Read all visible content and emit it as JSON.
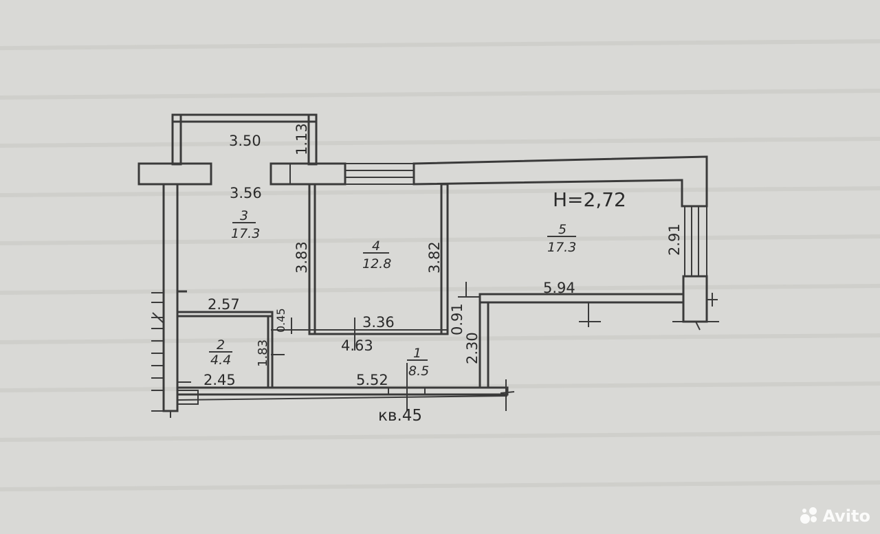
{
  "plan": {
    "ceiling_height": "H=2,72",
    "apartment": "кв.45",
    "rooms": [
      {
        "no": "1",
        "area": "8.5"
      },
      {
        "no": "2",
        "area": "4.4"
      },
      {
        "no": "3",
        "area": "17.3"
      },
      {
        "no": "4",
        "area": "12.8"
      },
      {
        "no": "5",
        "area": "17.3"
      }
    ],
    "dimensions": {
      "balcony_width": "3.50",
      "balcony_depth": "1.13",
      "room3_width": "3.56",
      "room3_height": "3.83",
      "room4_height": "3.82",
      "room4_width": "3.36",
      "corridor_4_63": "4.63",
      "room5_height": "2.91",
      "room5_width": "5.94",
      "gap_0_91": "0.91",
      "corridor_height": "2.30",
      "corridor_width": "5.52",
      "room2_top": "2.57",
      "room2_gap": "0.45",
      "room2_height": "1.83",
      "room2_bottom": "2.45"
    }
  },
  "watermark": {
    "text": "Avito"
  }
}
